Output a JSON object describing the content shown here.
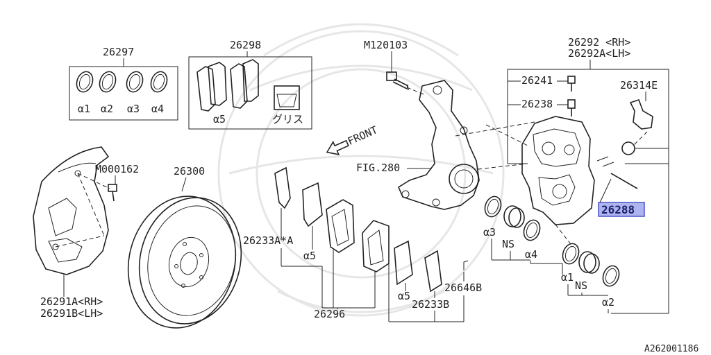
{
  "diagram_id": "A262001186",
  "highlight": {
    "part": "26288",
    "fill": "#aeb4ee",
    "border": "#4a55c8"
  },
  "labels": {
    "p26297": "26297",
    "p26298": "26298",
    "grease": "グリス",
    "m120103": "M120103",
    "p26292_rh": "26292 <RH>",
    "p26292a_lh": "26292A<LH>",
    "p26241": "26241",
    "p26238": "26238",
    "p26314e": "26314E",
    "m000162": "M000162",
    "p26300": "26300",
    "front": "FRONT",
    "fig280": "FIG.280",
    "p26288": "26288",
    "p26233a": "26233A*A",
    "a5_mid": "α5",
    "a3": "α3",
    "ns_left": "NS",
    "a4_right": "α4",
    "a1_right": "α1",
    "ns_right": "NS",
    "a2_right": "α2",
    "p26646b": "26646B",
    "a5_lower": "α5",
    "p26233b": "26233B",
    "p26296": "26296",
    "p26291a_rh": "26291A<RH>",
    "p26291b_lh": "26291B<LH>",
    "kit_a1": "α1",
    "kit_a2": "α2",
    "kit_a3": "α3",
    "kit_a4": "α4",
    "kit_a5": "α5"
  }
}
